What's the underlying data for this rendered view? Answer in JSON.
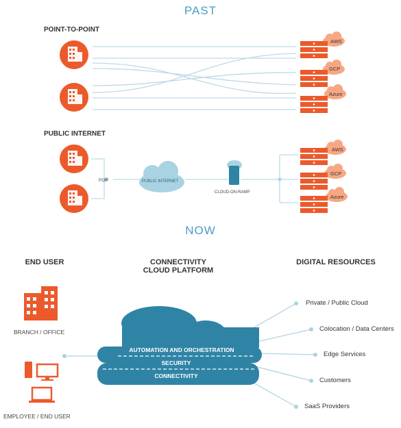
{
  "past": {
    "title": "PAST",
    "point_to_point": {
      "label": "POINT-TO-POINT",
      "clouds": [
        "AWS",
        "GCP",
        "Azure"
      ]
    },
    "public_internet": {
      "label": "PUBLIC INTERNET",
      "pop": "POP",
      "internet": "PUBLIC INTERNET",
      "ramp": "CLOUD-ON-RAMP",
      "clouds": [
        "AWS",
        "GCP",
        "Azure"
      ]
    }
  },
  "now": {
    "title": "NOW",
    "end_user": {
      "heading": "END USER",
      "branch": "BRANCH / OFFICE",
      "employee": "EMPLOYEE / END USER"
    },
    "platform": {
      "heading_line1": "CONNECTIVITY",
      "heading_line2": "CLOUD PLATFORM",
      "layers": [
        "AUTOMATION AND ORCHESTRATION",
        "SECURITY",
        "CONNECTIVITY"
      ]
    },
    "digital": {
      "heading": "DIGITAL RESOURCES",
      "items": [
        "Private / Public Cloud",
        "Colocation / Data Centers",
        "Edge Services",
        "Customers",
        "SaaS Providers"
      ]
    }
  },
  "colors": {
    "orange": "#ec5a2c",
    "orange_light": "#f7a784",
    "blue": "#2f84a6",
    "blue_light": "#a9d3e3",
    "line": "#bcd9e6"
  }
}
